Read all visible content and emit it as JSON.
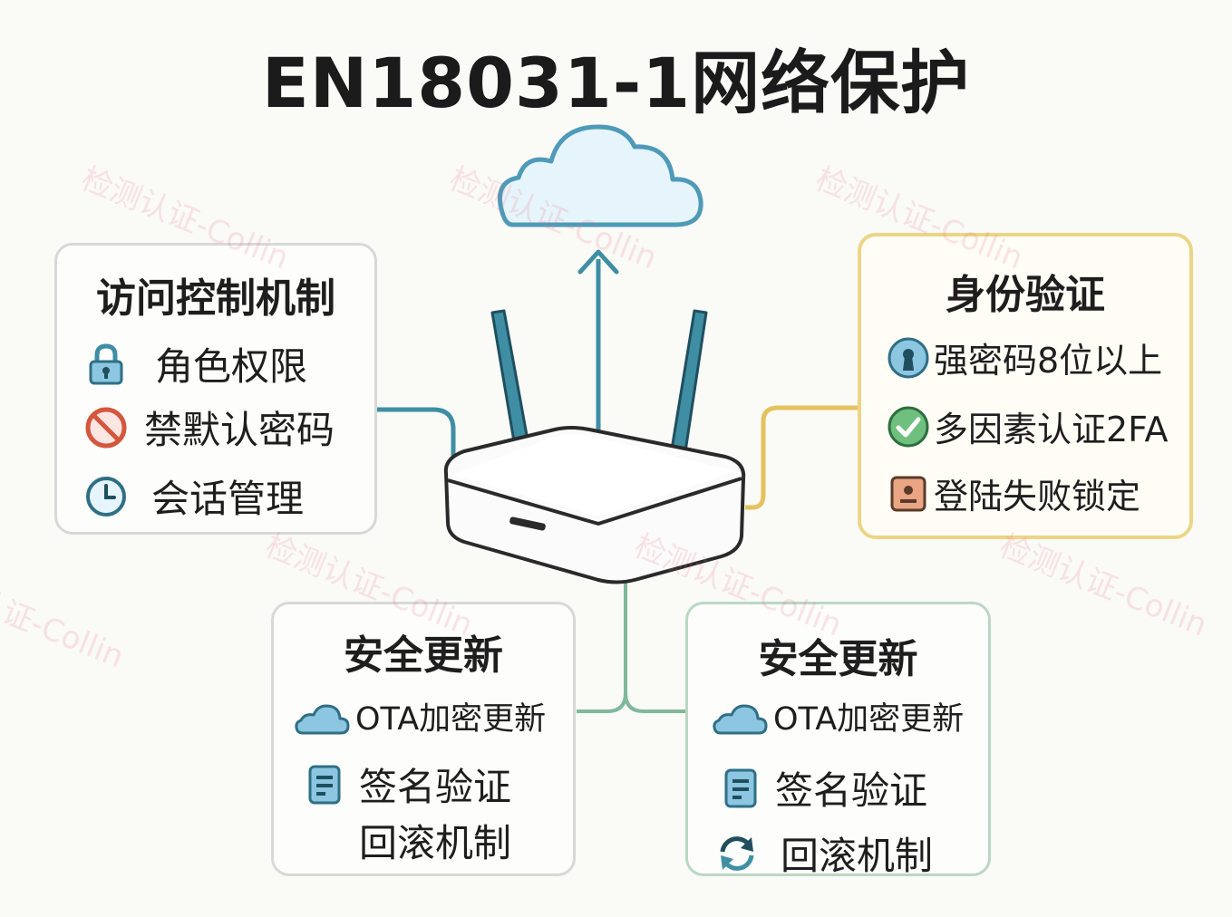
{
  "title": "EN18031-1网络保护",
  "access_control": {
    "title": "访问控制机制",
    "items": [
      {
        "icon": "lock-icon",
        "label": "角色权限"
      },
      {
        "icon": "prohibited-icon",
        "label": "禁默认密码"
      },
      {
        "icon": "clock-icon",
        "label": "会话管理"
      }
    ]
  },
  "authentication": {
    "title": "身份验证",
    "items": [
      {
        "icon": "keyhole-icon",
        "label": "强密码8位以上"
      },
      {
        "icon": "check-circle-icon",
        "label": "多因素认证2FA"
      },
      {
        "icon": "lockout-icon",
        "label": "登陆失败锁定"
      }
    ]
  },
  "update_left": {
    "title": "安全更新",
    "items": [
      {
        "icon": "cloud-icon",
        "label": "OTA加密更新"
      },
      {
        "icon": "document-icon",
        "label": "签名验证"
      },
      {
        "icon": "none",
        "label": "回滚机制"
      }
    ]
  },
  "update_right": {
    "title": "安全更新",
    "items": [
      {
        "icon": "cloud-icon",
        "label": "OTA加密更新"
      },
      {
        "icon": "document-icon",
        "label": "签名验证"
      },
      {
        "icon": "refresh-icon",
        "label": "回滚机制"
      }
    ]
  },
  "watermark": "检测认证-Collin",
  "colors": {
    "teal": "#3f8ea3",
    "yellow": "#e6c25e",
    "green": "#7fb89a",
    "gray_border": "#d8d8d8"
  }
}
